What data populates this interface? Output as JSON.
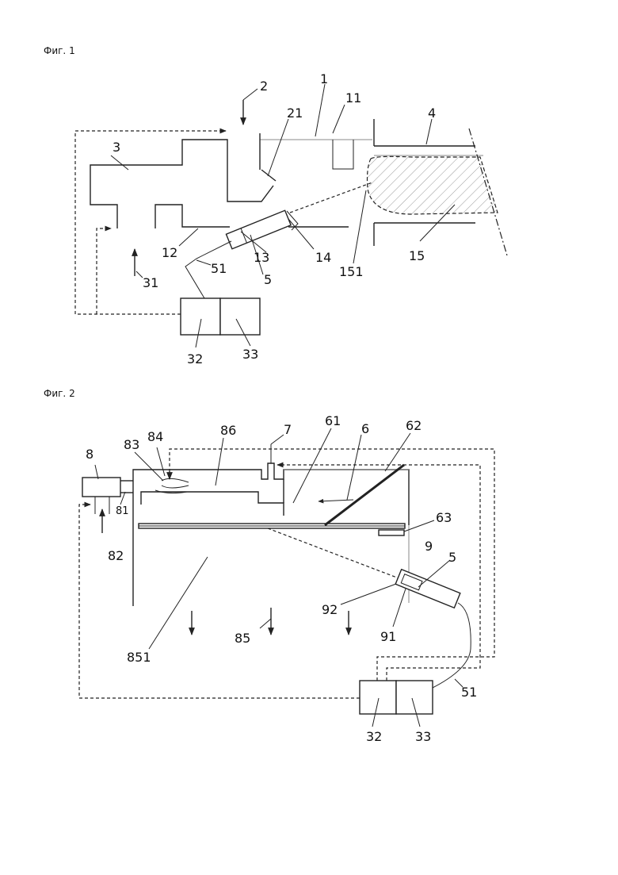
{
  "figures": [
    {
      "id": "fig1",
      "title": "Фиг. 1",
      "labels": {
        "1": "1",
        "2": "2",
        "3": "3",
        "4": "4",
        "5": "5",
        "11": "11",
        "12": "12",
        "13": "13",
        "14": "14",
        "15": "15",
        "21": "21",
        "31": "31",
        "32": "32",
        "33": "33",
        "51": "51",
        "151": "151"
      }
    },
    {
      "id": "fig2",
      "title": "Фиг. 2",
      "labels": {
        "5": "5",
        "6": "6",
        "7": "7",
        "8": "8",
        "9": "9",
        "32": "32",
        "33": "33",
        "51": "51",
        "61": "61",
        "62": "62",
        "63": "63",
        "81": "81",
        "82": "82",
        "83": "83",
        "84": "84",
        "85": "85",
        "86": "86",
        "91": "91",
        "92": "92",
        "851": "851"
      }
    }
  ]
}
